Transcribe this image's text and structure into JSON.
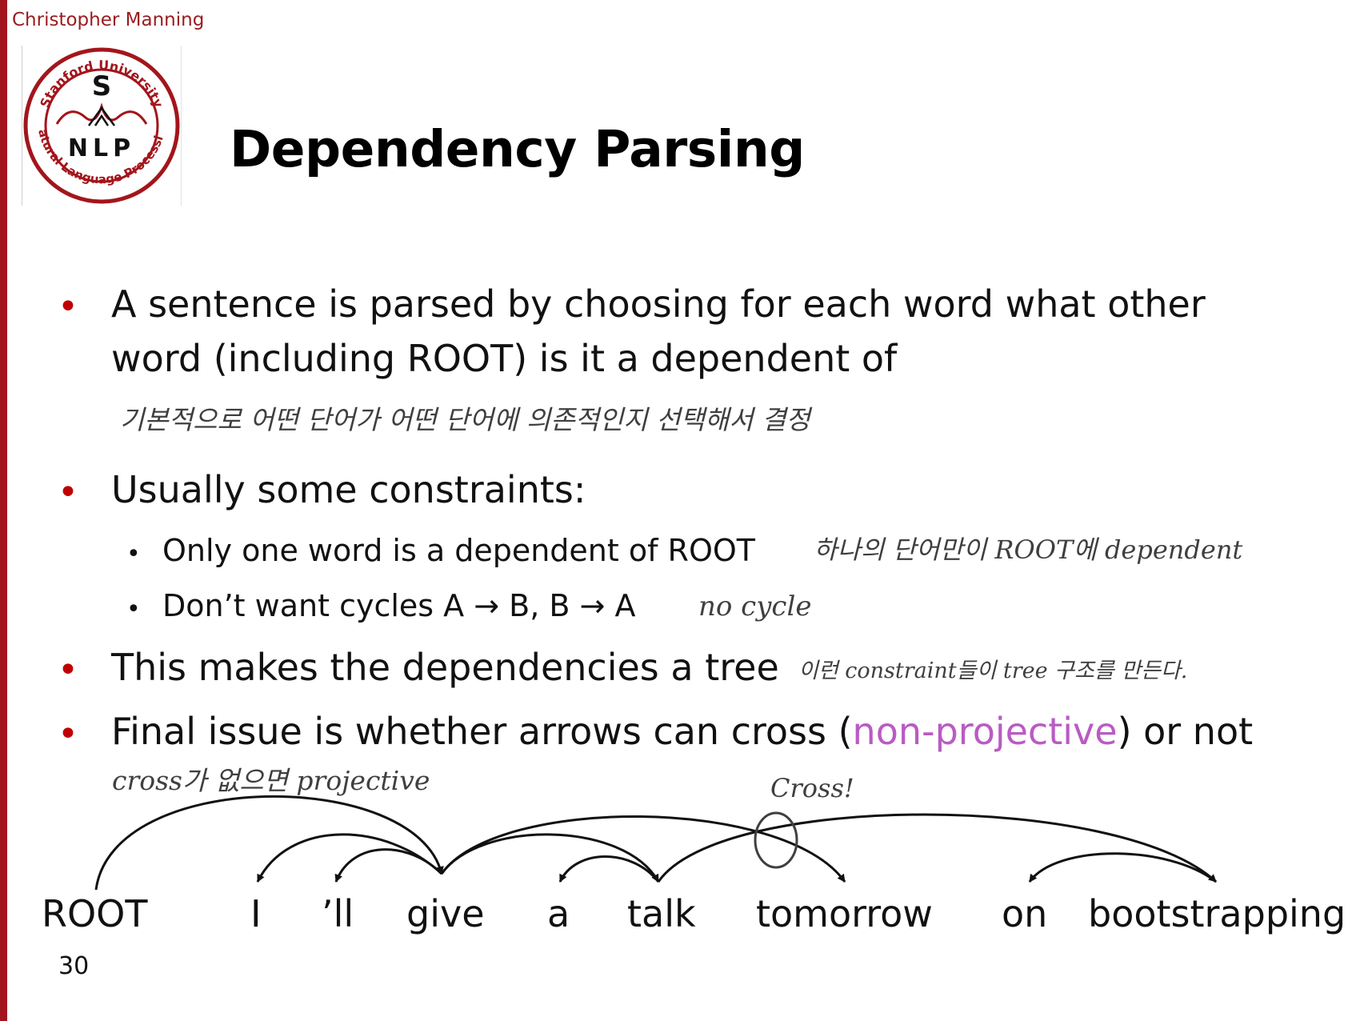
{
  "header": {
    "author": "Christopher Manning",
    "title": "Dependency Parsing",
    "logo": {
      "top_text": "Stanford University",
      "letter": "S",
      "letters": "NLP",
      "bottom_text": "Natural Language Processing"
    }
  },
  "bullets": [
    {
      "lines": [
        "A sentence is parsed by choosing for each word what other",
        "word (including ROOT) is it a dependent of"
      ]
    },
    {
      "lines": [
        "Usually some constraints:"
      ],
      "subbullets": [
        "Only one word is a dependent of ROOT",
        "Don’t want cycles A → B, B → A"
      ]
    },
    {
      "lines": [
        "This makes the dependencies a tree"
      ]
    },
    {
      "pre": "Final issue is whether arrows can cross (",
      "highlight": "non-projective",
      "post": ") or not"
    }
  ],
  "annotations": {
    "note1": "기본적으로 어떤 단어가 어떤 단어에 의존적인지 선택해서 결정",
    "note2": "하나의 단어만이 ROOT에 dependent",
    "note3": "no cycle",
    "note4": "이런 constraint들이 tree 구조를 만든다.",
    "note5": "cross가 없으면 projective",
    "note6": "Cross!"
  },
  "sentence": [
    "ROOT",
    "I",
    "’ll",
    "give",
    "a",
    "talk",
    "tomorrow",
    "on",
    "bootstrapping"
  ],
  "page_number": "30",
  "colors": {
    "accent_red": "#a3151c",
    "bullet_red": "#c00000",
    "highlight_purple": "#b95bc4",
    "handwriting": "#3f3f3f"
  }
}
